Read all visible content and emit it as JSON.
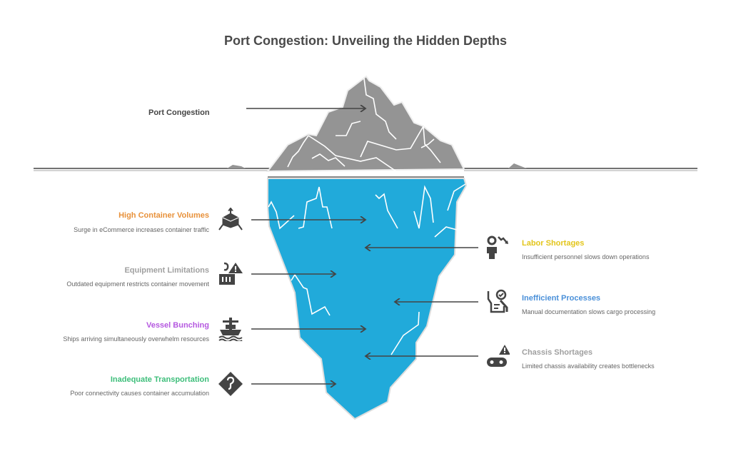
{
  "title": "Port Congestion: Unveiling the Hidden Depths",
  "top": {
    "label": "Port Congestion"
  },
  "left_items": [
    {
      "title": "High Container Volumes",
      "desc": "Surge in eCommerce increases container traffic",
      "color": "#E8913A",
      "icon": "box-spread-icon"
    },
    {
      "title": "Equipment Limitations",
      "desc": "Outdated equipment restricts container movement",
      "color": "#A0A0A0",
      "icon": "crane-warning-icon"
    },
    {
      "title": "Vessel Bunching",
      "desc": "Ships arriving simultaneously overwhelm resources",
      "color": "#B558E0",
      "icon": "ship-icon"
    },
    {
      "title": "Inadequate Transportation",
      "desc": "Poor connectivity causes container accumulation",
      "color": "#3DBE7A",
      "icon": "route-sign-icon"
    }
  ],
  "right_items": [
    {
      "title": "Labor Shortages",
      "desc": "Insufficient personnel slows down operations",
      "color": "#E3C51A",
      "icon": "worker-decline-icon"
    },
    {
      "title": "Inefficient Processes",
      "desc": "Manual documentation slows cargo processing",
      "color": "#4A90D9",
      "icon": "document-check-icon"
    },
    {
      "title": "Chassis Shortages",
      "desc": "Limited chassis availability creates bottlenecks",
      "color": "#A0A0A0",
      "icon": "chassis-warning-icon"
    }
  ],
  "colors": {
    "ice_top": "#949494",
    "ice_bottom": "#21AADA",
    "ink": "#444444"
  }
}
